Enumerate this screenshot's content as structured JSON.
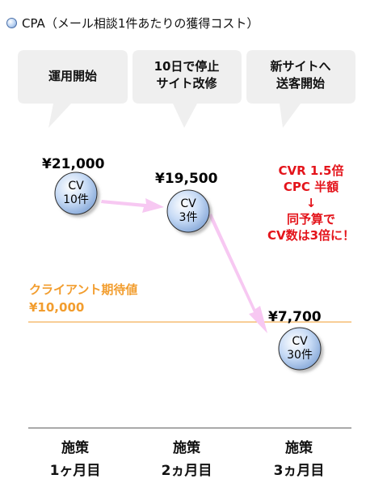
{
  "title": "CPA（メール相談1件あたりの獲得コスト）",
  "bubbles": [
    {
      "lines": [
        "運用開始"
      ]
    },
    {
      "lines": [
        "10日で停止",
        "サイト改修"
      ]
    },
    {
      "lines": [
        "新サイトへ",
        "送客開始"
      ]
    }
  ],
  "points": [
    {
      "price": "¥21,000",
      "cv_label": "CV",
      "cv_count": "10件"
    },
    {
      "price": "¥19,500",
      "cv_label": "CV",
      "cv_count": "3件"
    },
    {
      "price": "¥7,700",
      "cv_label": "CV",
      "cv_count": "30件"
    }
  ],
  "note": [
    "CVR 1.5倍",
    "CPC 半額",
    "↓",
    "同予算で",
    "CV数は3倍に！"
  ],
  "expected": {
    "label": "クライアント期待値",
    "value": "¥10,000",
    "color": "#f29d2e"
  },
  "periods": [
    {
      "line1": "施策",
      "line2": "1ヶ月目"
    },
    {
      "line1": "施策",
      "line2": "2ヵ月目"
    },
    {
      "line1": "施策",
      "line2": "3ヵ月目"
    }
  ],
  "colors": {
    "bubble": "#efefef",
    "arrow": "#f7c8f2",
    "note": "#e4141b",
    "circle": "#b9d2f2"
  }
}
